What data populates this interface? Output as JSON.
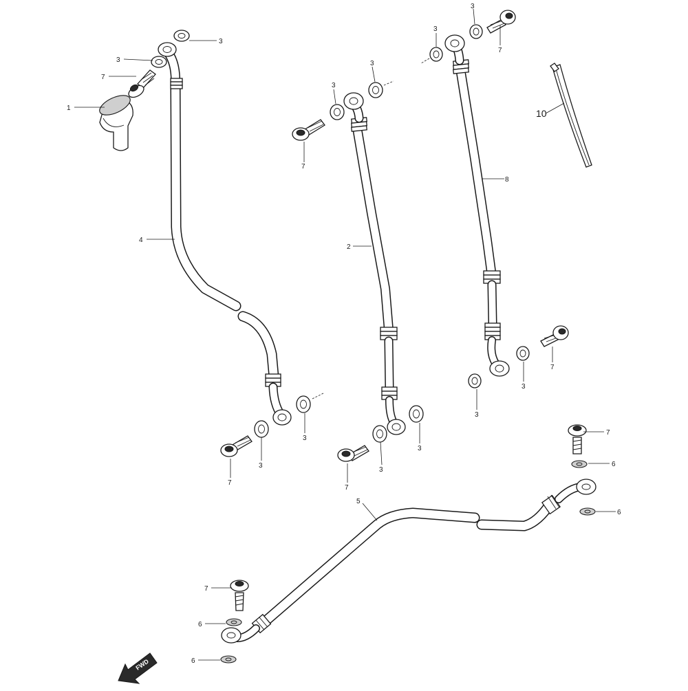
{
  "diagram": {
    "callouts": {
      "c1": "1",
      "c2": "2",
      "c3": "3",
      "c4": "4",
      "c5": "5",
      "c6": "6",
      "c7": "7",
      "c8": "8",
      "c10": "10"
    },
    "fwd_label": "FWD",
    "colors": {
      "line": "#1a1a1a",
      "shade": "#cfcfcf",
      "background": "#ffffff"
    }
  }
}
